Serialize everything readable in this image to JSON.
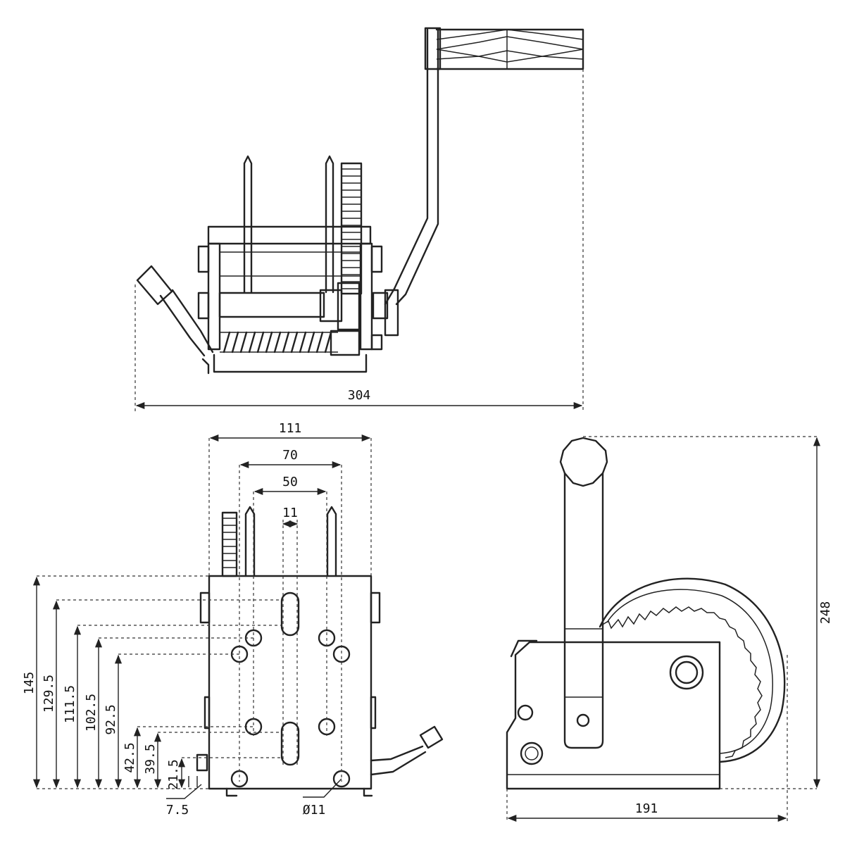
{
  "dimensions": {
    "top_view_width": "304",
    "front_width": "111",
    "front_inner_width": "70",
    "slot_spacing": "50",
    "slot_width": "11",
    "height_145": "145",
    "height_129_5": "129.5",
    "height_111_5": "111.5",
    "height_102_5": "102.5",
    "height_92_5": "92.5",
    "height_42_5": "42.5",
    "height_39_5": "39.5",
    "height_21_5": "21.5",
    "offset_7_5": "7.5",
    "hole_diameter": "Ø11",
    "side_width": "191",
    "side_height": "248"
  },
  "colors": {
    "line": "#222222",
    "background": "#ffffff"
  }
}
